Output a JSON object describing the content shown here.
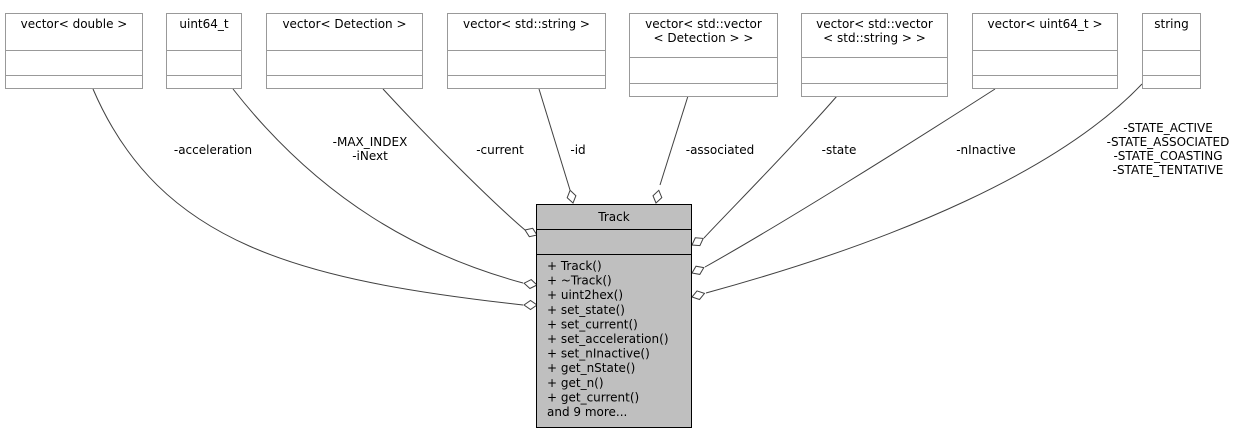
{
  "main_class": {
    "name": "Track",
    "methods": [
      "+ Track()",
      "+ ~Track()",
      "+ uint2hex()",
      "+ set_state()",
      "+ set_current()",
      "+ set_acceleration()",
      "+ set_nInactive()",
      "+ get_nState()",
      "+ get_n()",
      "+ get_current()",
      "and 9 more..."
    ]
  },
  "types": [
    {
      "id": "vec_double",
      "lines": [
        "vector< double >"
      ]
    },
    {
      "id": "uint64",
      "lines": [
        "uint64_t"
      ]
    },
    {
      "id": "vec_detection",
      "lines": [
        "vector< Detection >"
      ]
    },
    {
      "id": "vec_string",
      "lines": [
        "vector< std::string >"
      ]
    },
    {
      "id": "vec_vec_detection",
      "lines": [
        "vector< std::vector",
        "< Detection > >"
      ]
    },
    {
      "id": "vec_vec_string",
      "lines": [
        "vector< std::vector",
        "< std::string > >"
      ]
    },
    {
      "id": "vec_uint64",
      "lines": [
        "vector< uint64_t >"
      ]
    },
    {
      "id": "string",
      "lines": [
        "string"
      ]
    }
  ],
  "associations": [
    {
      "from": "vec_double",
      "labels": [
        "-acceleration"
      ]
    },
    {
      "from": "uint64",
      "labels": [
        "-MAX_INDEX",
        "-iNext"
      ]
    },
    {
      "from": "vec_detection",
      "labels": [
        "-current"
      ]
    },
    {
      "from": "vec_string",
      "labels": [
        "-id"
      ]
    },
    {
      "from": "vec_vec_detection",
      "labels": [
        "-associated"
      ]
    },
    {
      "from": "vec_vec_string",
      "labels": [
        "-state"
      ]
    },
    {
      "from": "vec_uint64",
      "labels": [
        "-nInactive"
      ]
    },
    {
      "from": "string",
      "labels": [
        "-STATE_ACTIVE",
        "-STATE_ASSOCIATED",
        "-STATE_COASTING",
        "-STATE_TENTATIVE"
      ]
    }
  ],
  "colors": {
    "class_fill": "#bfbfbf",
    "box_border": "#999999",
    "edge": "#404040"
  }
}
